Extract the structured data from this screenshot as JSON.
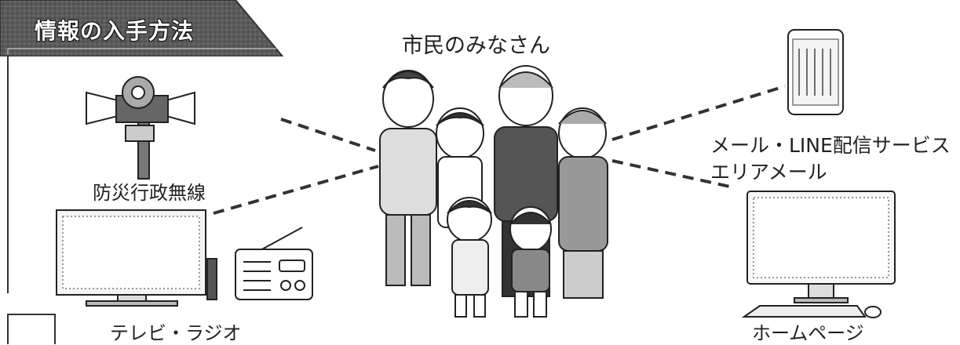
{
  "title": "情報の入手方法",
  "center_label": "市民のみなさん",
  "sources": {
    "bousai": "防災行政無線",
    "tv_radio": "テレビ・ラジオ",
    "mail_line": "メール・LINE配信サービス",
    "area_mail": "エリアメール",
    "homepage": "ホームページ"
  },
  "colors": {
    "banner": "#555555",
    "line": "#333333",
    "stroke": "#222222"
  },
  "icons": [
    "loudspeaker-icon",
    "television-icon",
    "radio-icon",
    "smartphone-icon",
    "desktop-computer-icon",
    "family-illustration"
  ]
}
